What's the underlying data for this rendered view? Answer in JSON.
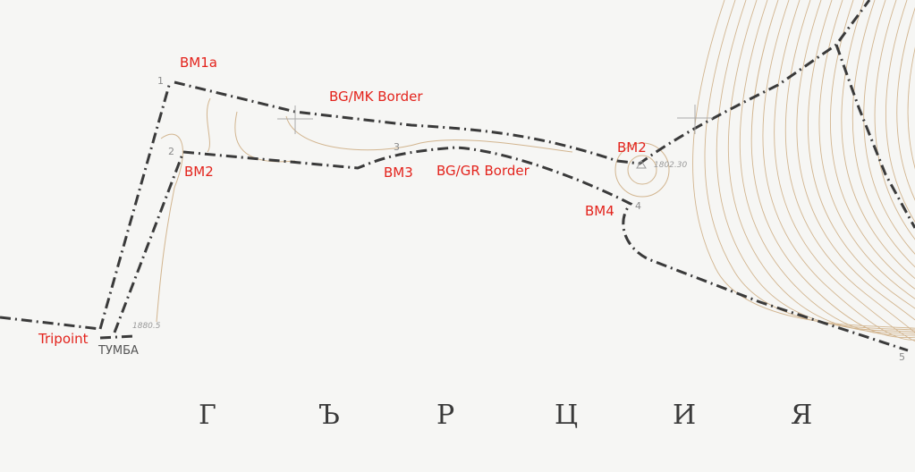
{
  "annotations": {
    "bm1a": "BM1a",
    "bg_mk_border": "BG/MK Border",
    "bm2_left": "BM2",
    "bm3": "BM3",
    "bg_gr_border": "BG/GR Border",
    "bm2_right": "BM2",
    "bm4": "BM4",
    "tripoint": "Tripoint"
  },
  "map_text": {
    "points": [
      "1",
      "2",
      "3",
      "4",
      "5"
    ],
    "elevation_peak": "1802.30",
    "elevation_tumba": "1880.5",
    "place_tumba": "ТУМБА",
    "country_letters": [
      "Г",
      "Ъ",
      "Р",
      "Ц",
      "И",
      "Я"
    ]
  },
  "colors": {
    "annotation": "#e3231c",
    "border": "#3a3a3a",
    "contour": "#d2b58f"
  }
}
